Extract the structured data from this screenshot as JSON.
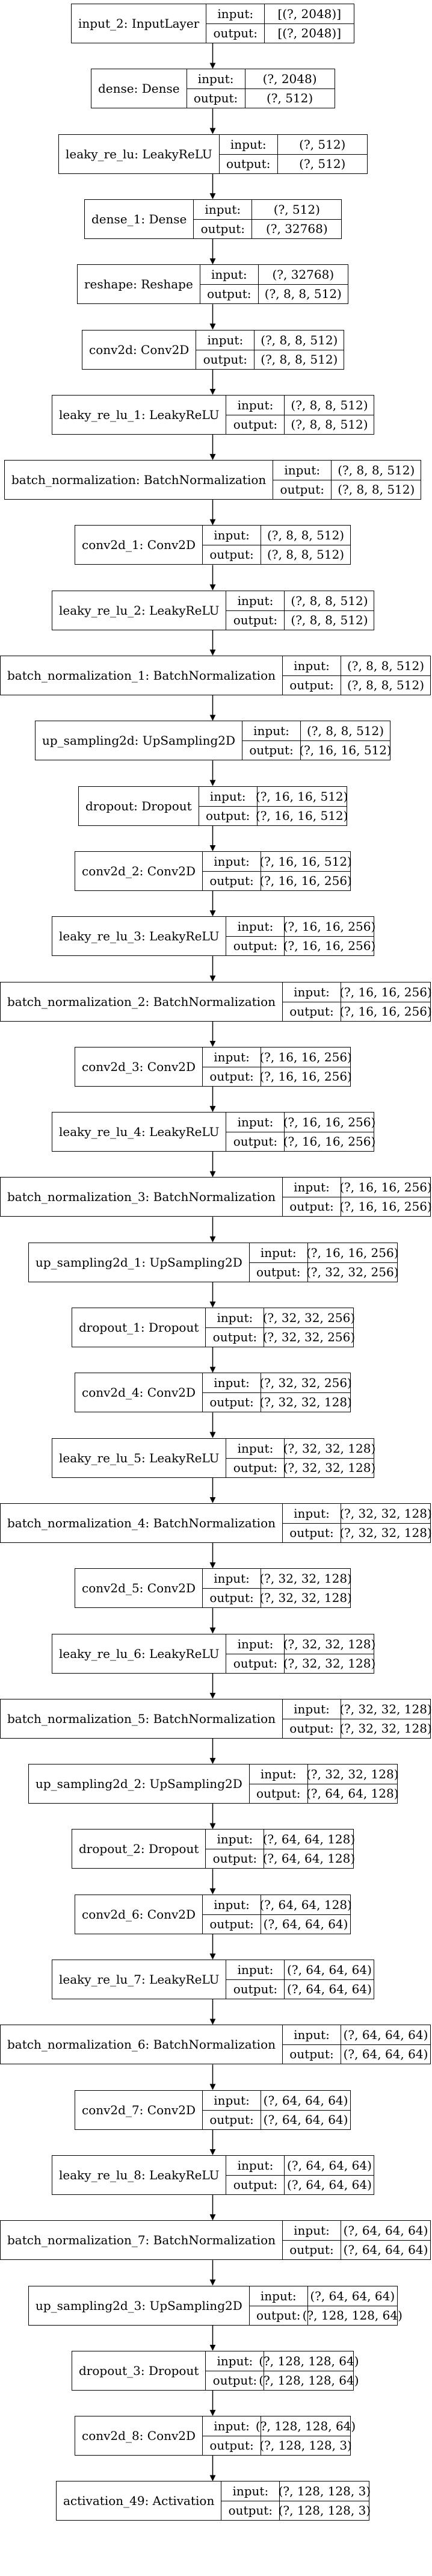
{
  "io_labels": {
    "input": "input:",
    "output": "output:"
  },
  "layers": [
    {
      "name": "input_2: InputLayer",
      "input": "[(?, 2048)]",
      "output": "[(?, 2048)]"
    },
    {
      "name": "dense: Dense",
      "input": "(?, 2048)",
      "output": "(?, 512)"
    },
    {
      "name": "leaky_re_lu: LeakyReLU",
      "input": "(?, 512)",
      "output": "(?, 512)"
    },
    {
      "name": "dense_1: Dense",
      "input": "(?, 512)",
      "output": "(?, 32768)"
    },
    {
      "name": "reshape: Reshape",
      "input": "(?, 32768)",
      "output": "(?, 8, 8, 512)"
    },
    {
      "name": "conv2d: Conv2D",
      "input": "(?, 8, 8, 512)",
      "output": "(?, 8, 8, 512)"
    },
    {
      "name": "leaky_re_lu_1: LeakyReLU",
      "input": "(?, 8, 8, 512)",
      "output": "(?, 8, 8, 512)"
    },
    {
      "name": "batch_normalization: BatchNormalization",
      "input": "(?, 8, 8, 512)",
      "output": "(?, 8, 8, 512)"
    },
    {
      "name": "conv2d_1: Conv2D",
      "input": "(?, 8, 8, 512)",
      "output": "(?, 8, 8, 512)"
    },
    {
      "name": "leaky_re_lu_2: LeakyReLU",
      "input": "(?, 8, 8, 512)",
      "output": "(?, 8, 8, 512)"
    },
    {
      "name": "batch_normalization_1: BatchNormalization",
      "input": "(?, 8, 8, 512)",
      "output": "(?, 8, 8, 512)"
    },
    {
      "name": "up_sampling2d: UpSampling2D",
      "input": "(?, 8, 8, 512)",
      "output": "(?, 16, 16, 512)"
    },
    {
      "name": "dropout: Dropout",
      "input": "(?, 16, 16, 512)",
      "output": "(?, 16, 16, 512)"
    },
    {
      "name": "conv2d_2: Conv2D",
      "input": "(?, 16, 16, 512)",
      "output": "(?, 16, 16, 256)"
    },
    {
      "name": "leaky_re_lu_3: LeakyReLU",
      "input": "(?, 16, 16, 256)",
      "output": "(?, 16, 16, 256)"
    },
    {
      "name": "batch_normalization_2: BatchNormalization",
      "input": "(?, 16, 16, 256)",
      "output": "(?, 16, 16, 256)"
    },
    {
      "name": "conv2d_3: Conv2D",
      "input": "(?, 16, 16, 256)",
      "output": "(?, 16, 16, 256)"
    },
    {
      "name": "leaky_re_lu_4: LeakyReLU",
      "input": "(?, 16, 16, 256)",
      "output": "(?, 16, 16, 256)"
    },
    {
      "name": "batch_normalization_3: BatchNormalization",
      "input": "(?, 16, 16, 256)",
      "output": "(?, 16, 16, 256)"
    },
    {
      "name": "up_sampling2d_1: UpSampling2D",
      "input": "(?, 16, 16, 256)",
      "output": "(?, 32, 32, 256)"
    },
    {
      "name": "dropout_1: Dropout",
      "input": "(?, 32, 32, 256)",
      "output": "(?, 32, 32, 256)"
    },
    {
      "name": "conv2d_4: Conv2D",
      "input": "(?, 32, 32, 256)",
      "output": "(?, 32, 32, 128)"
    },
    {
      "name": "leaky_re_lu_5: LeakyReLU",
      "input": "(?, 32, 32, 128)",
      "output": "(?, 32, 32, 128)"
    },
    {
      "name": "batch_normalization_4: BatchNormalization",
      "input": "(?, 32, 32, 128)",
      "output": "(?, 32, 32, 128)"
    },
    {
      "name": "conv2d_5: Conv2D",
      "input": "(?, 32, 32, 128)",
      "output": "(?, 32, 32, 128)"
    },
    {
      "name": "leaky_re_lu_6: LeakyReLU",
      "input": "(?, 32, 32, 128)",
      "output": "(?, 32, 32, 128)"
    },
    {
      "name": "batch_normalization_5: BatchNormalization",
      "input": "(?, 32, 32, 128)",
      "output": "(?, 32, 32, 128)"
    },
    {
      "name": "up_sampling2d_2: UpSampling2D",
      "input": "(?, 32, 32, 128)",
      "output": "(?, 64, 64, 128)"
    },
    {
      "name": "dropout_2: Dropout",
      "input": "(?, 64, 64, 128)",
      "output": "(?, 64, 64, 128)"
    },
    {
      "name": "conv2d_6: Conv2D",
      "input": "(?, 64, 64, 128)",
      "output": "(?, 64, 64, 64)"
    },
    {
      "name": "leaky_re_lu_7: LeakyReLU",
      "input": "(?, 64, 64, 64)",
      "output": "(?, 64, 64, 64)"
    },
    {
      "name": "batch_normalization_6: BatchNormalization",
      "input": "(?, 64, 64, 64)",
      "output": "(?, 64, 64, 64)"
    },
    {
      "name": "conv2d_7: Conv2D",
      "input": "(?, 64, 64, 64)",
      "output": "(?, 64, 64, 64)"
    },
    {
      "name": "leaky_re_lu_8: LeakyReLU",
      "input": "(?, 64, 64, 64)",
      "output": "(?, 64, 64, 64)"
    },
    {
      "name": "batch_normalization_7: BatchNormalization",
      "input": "(?, 64, 64, 64)",
      "output": "(?, 64, 64, 64)"
    },
    {
      "name": "up_sampling2d_3: UpSampling2D",
      "input": "(?, 64, 64, 64)",
      "output": "(?, 128, 128, 64)"
    },
    {
      "name": "dropout_3: Dropout",
      "input": "(?, 128, 128, 64)",
      "output": "(?, 128, 128, 64)"
    },
    {
      "name": "conv2d_8: Conv2D",
      "input": "(?, 128, 128, 64)",
      "output": "(?, 128, 128, 3)"
    },
    {
      "name": "activation_49: Activation",
      "input": "(?, 128, 128, 3)",
      "output": "(?, 128, 128, 3)"
    }
  ]
}
